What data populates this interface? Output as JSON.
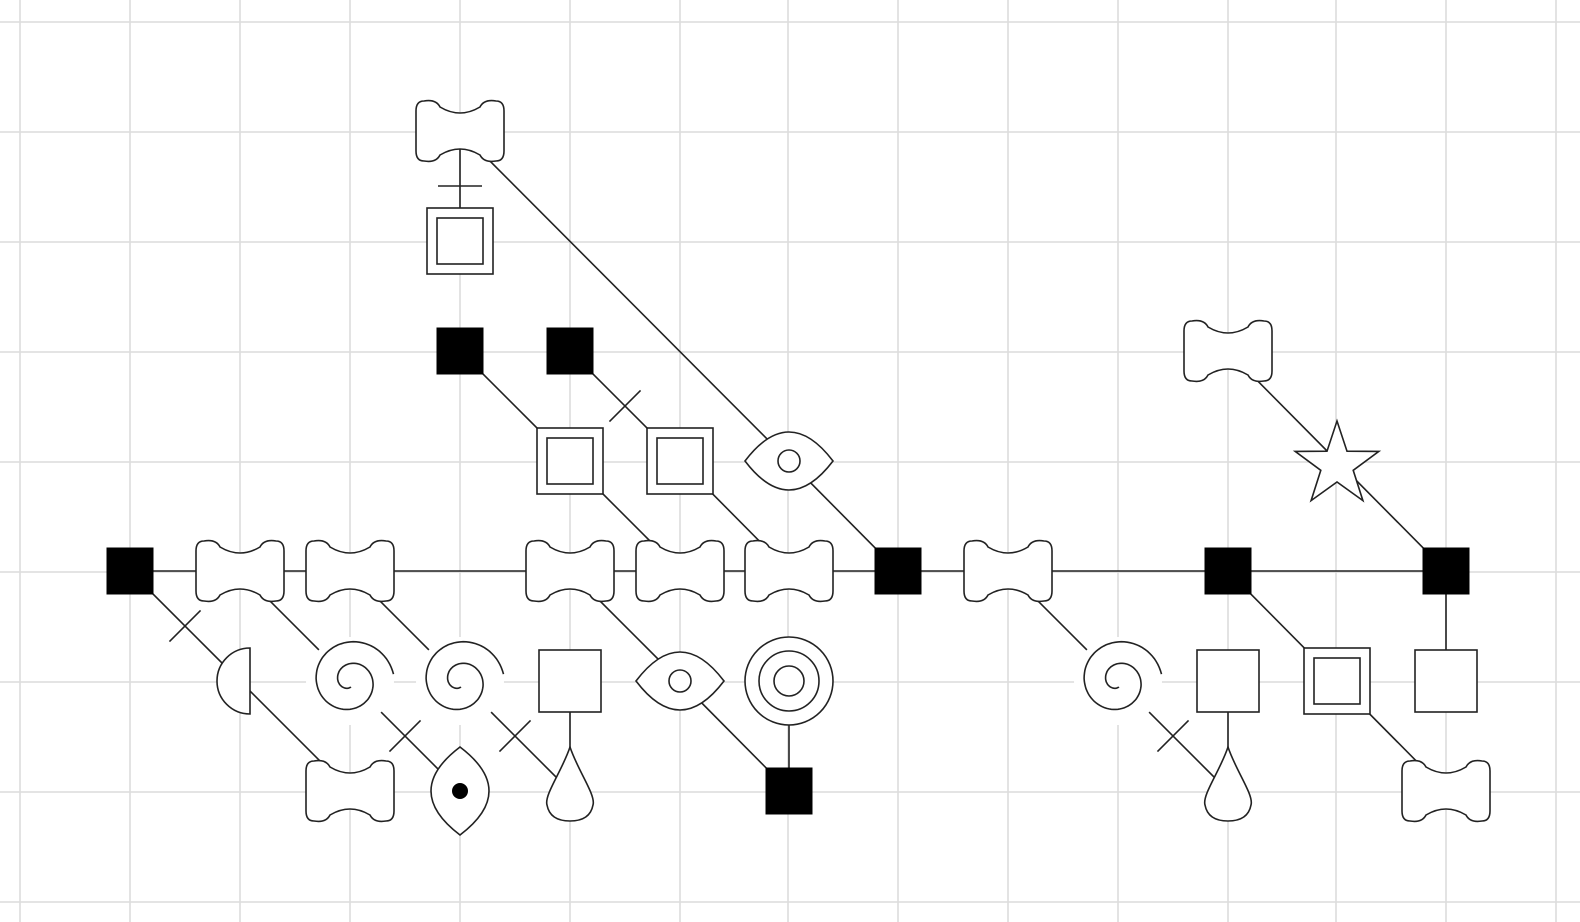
{
  "diagram": {
    "background": "#ffffff",
    "grid_color": "#dcdcdc",
    "stroke_color": "#222222",
    "fill_color": "#000000",
    "nodes": [
      {
        "id": "n-top-bone",
        "shape": "bone-icon"
      },
      {
        "id": "n-top-double-square",
        "shape": "double-square-icon"
      },
      {
        "id": "n-black-a",
        "shape": "filled-square-icon"
      },
      {
        "id": "n-black-b",
        "shape": "filled-square-icon"
      },
      {
        "id": "n-double-square-a",
        "shape": "double-square-icon"
      },
      {
        "id": "n-double-square-b",
        "shape": "double-square-icon"
      },
      {
        "id": "n-eye-upper",
        "shape": "eye-icon"
      },
      {
        "id": "n-black-left",
        "shape": "filled-square-icon"
      },
      {
        "id": "n-bone-1",
        "shape": "bone-icon"
      },
      {
        "id": "n-bone-2",
        "shape": "bone-icon"
      },
      {
        "id": "n-bone-3",
        "shape": "bone-icon"
      },
      {
        "id": "n-bone-4",
        "shape": "bone-icon"
      },
      {
        "id": "n-bone-5",
        "shape": "bone-icon"
      },
      {
        "id": "n-black-mid",
        "shape": "filled-square-icon"
      },
      {
        "id": "n-bone-6",
        "shape": "bone-icon"
      },
      {
        "id": "n-black-right-1",
        "shape": "filled-square-icon"
      },
      {
        "id": "n-black-right-2",
        "shape": "filled-square-icon"
      },
      {
        "id": "n-bone-right-top",
        "shape": "bone-icon"
      },
      {
        "id": "n-star",
        "shape": "star-icon"
      },
      {
        "id": "n-half-circle",
        "shape": "half-circle-icon"
      },
      {
        "id": "n-spiral-1",
        "shape": "spiral-icon"
      },
      {
        "id": "n-spiral-2",
        "shape": "spiral-icon"
      },
      {
        "id": "n-square-1",
        "shape": "square-icon"
      },
      {
        "id": "n-eye-lower",
        "shape": "eye-icon"
      },
      {
        "id": "n-target",
        "shape": "concentric-circles-icon"
      },
      {
        "id": "n-spiral-3",
        "shape": "spiral-icon"
      },
      {
        "id": "n-square-2",
        "shape": "square-icon"
      },
      {
        "id": "n-double-square-c",
        "shape": "double-square-icon"
      },
      {
        "id": "n-square-3",
        "shape": "square-icon"
      },
      {
        "id": "n-bone-bottom-1",
        "shape": "bone-icon"
      },
      {
        "id": "n-pointed-eye",
        "shape": "pointed-eye-icon"
      },
      {
        "id": "n-drop-1",
        "shape": "drop-icon"
      },
      {
        "id": "n-black-bottom",
        "shape": "filled-square-icon"
      },
      {
        "id": "n-drop-2",
        "shape": "drop-icon"
      },
      {
        "id": "n-bone-bottom-2",
        "shape": "bone-icon"
      }
    ],
    "edges": [
      {
        "from": "n-top-bone",
        "to": "n-top-double-square",
        "tick": true
      },
      {
        "from": "n-top-bone",
        "to": "n-eye-upper",
        "tick": false
      },
      {
        "from": "n-eye-upper",
        "to": "n-black-mid",
        "tick": false
      },
      {
        "from": "n-black-a",
        "to": "n-double-square-a",
        "tick": false
      },
      {
        "from": "n-double-square-a",
        "to": "n-bone-4",
        "tick": false
      },
      {
        "from": "n-black-b",
        "to": "n-double-square-b",
        "tick": true
      },
      {
        "from": "n-double-square-b",
        "to": "n-bone-5",
        "tick": false
      },
      {
        "from": "n-black-left",
        "to": "n-bone-1",
        "tick": false
      },
      {
        "from": "n-bone-1",
        "to": "n-bone-2",
        "tick": false
      },
      {
        "from": "n-bone-2",
        "to": "n-bone-3",
        "tick": false
      },
      {
        "from": "n-bone-3",
        "to": "n-bone-4",
        "tick": false
      },
      {
        "from": "n-bone-4",
        "to": "n-bone-5",
        "tick": false
      },
      {
        "from": "n-bone-5",
        "to": "n-black-mid",
        "tick": false
      },
      {
        "from": "n-black-mid",
        "to": "n-bone-6",
        "tick": false
      },
      {
        "from": "n-bone-6",
        "to": "n-black-right-1",
        "tick": false
      },
      {
        "from": "n-black-right-1",
        "to": "n-black-right-2",
        "tick": false
      },
      {
        "from": "n-bone-right-top",
        "to": "n-star",
        "tick": false
      },
      {
        "from": "n-star",
        "to": "n-black-right-2",
        "tick": false
      },
      {
        "from": "n-black-left",
        "to": "n-half-circle",
        "tick": true
      },
      {
        "from": "n-half-circle",
        "to": "n-bone-bottom-1",
        "tick": false
      },
      {
        "from": "n-bone-1",
        "to": "n-spiral-1",
        "tick": false
      },
      {
        "from": "n-spiral-1",
        "to": "n-pointed-eye",
        "tick": true
      },
      {
        "from": "n-bone-2",
        "to": "n-spiral-2",
        "tick": false
      },
      {
        "from": "n-spiral-2",
        "to": "n-drop-1",
        "tick": true
      },
      {
        "from": "n-square-1",
        "to": "n-drop-1",
        "tick": false
      },
      {
        "from": "n-bone-3",
        "to": "n-eye-lower",
        "tick": false
      },
      {
        "from": "n-eye-lower",
        "to": "n-black-bottom",
        "tick": false
      },
      {
        "from": "n-target",
        "to": "n-black-bottom",
        "tick": false
      },
      {
        "from": "n-bone-6",
        "to": "n-spiral-3",
        "tick": false
      },
      {
        "from": "n-spiral-3",
        "to": "n-drop-2",
        "tick": true
      },
      {
        "from": "n-square-2",
        "to": "n-drop-2",
        "tick": false
      },
      {
        "from": "n-black-right-1",
        "to": "n-double-square-c",
        "tick": false
      },
      {
        "from": "n-double-square-c",
        "to": "n-bone-bottom-2",
        "tick": false
      },
      {
        "from": "n-black-right-2",
        "to": "n-square-3",
        "tick": false
      }
    ]
  }
}
